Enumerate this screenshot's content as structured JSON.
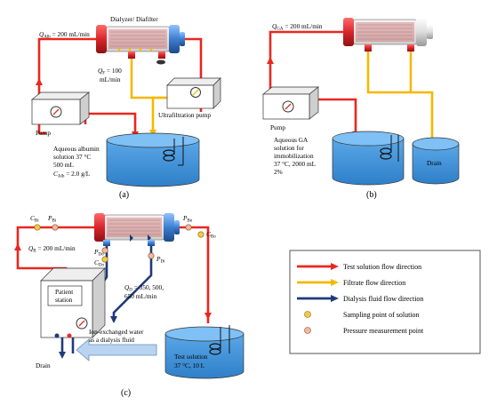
{
  "panel_a": {
    "dialyzer": "Dialyzer/ Diafilter",
    "q_alb": "Q",
    "q_alb_sub": "Alb",
    "q_alb_value": " = 200 mL/min",
    "q_f": "Q",
    "q_f_sub": "F",
    "q_f_value": " = 100",
    "q_f_unit": "mL/min",
    "pump": "Pump",
    "uf_pump": "Ultrafiltration pump",
    "sol_1": "Aqueous albumin",
    "sol_2": "solution 37 °C",
    "sol_3": "500 mL",
    "sol_4a": "C",
    "sol_4sub": "Alb",
    "sol_4b": " = 2.0 g/L",
    "caption": "(a)"
  },
  "panel_b": {
    "q_ga": "Q",
    "q_ga_sub": "GA",
    "q_ga_value": " = 200 mL/min",
    "pump": "Pump",
    "sol_1": "Aqueous GA",
    "sol_2": "solution for",
    "sol_3": "immobilization",
    "sol_4": "37 °C, 2000 mL",
    "sol_5": "2%",
    "drain": "Drain",
    "caption": "(b)"
  },
  "panel_c": {
    "c_bi": "C",
    "c_bi_sub": "Bi",
    "p_bi": "P",
    "p_bi_sub": "Bi",
    "p_bo": "P",
    "p_bo_sub": "Bo",
    "c_bo": "C",
    "c_bo_sub": "Bo",
    "q_b": "Q",
    "q_b_sub": "B",
    "q_b_value": " = 200 mL/min",
    "p_do": "P",
    "p_do_sub": "Do",
    "c_do": "C",
    "c_do_sub": "Do",
    "p_di": "P",
    "p_di_sub": "Di",
    "q_d": "Q",
    "q_d_sub": "D",
    "q_d_value": " = 350, 500,",
    "q_d_value2": "650 mL/min",
    "patient_1": "Patient",
    "patient_2": "station",
    "water_1": "Ion-exchanged water",
    "water_2": "as a dialysis fluid",
    "drain": "Drain",
    "test_1": "Test solution",
    "test_2": "37 °C, 10 L",
    "caption": "(c)"
  },
  "legend": {
    "items": [
      "Test solution flow direction",
      "Filtrate flow direction",
      "Dialysis fluid flow direction",
      "Sampling point of solution",
      "Pressure measurement point"
    ]
  },
  "colors": {
    "test_solution": "#e8281f",
    "filtrate": "#f5b800",
    "dialysis_fluid": "#1f3a7a",
    "sampling_point": "#f2c94c",
    "pressure_point": "#f2b8a0",
    "water": "#3d8fd9",
    "dialyzer_red": "#d9262b",
    "dialyzer_blue": "#3d7ecf"
  }
}
